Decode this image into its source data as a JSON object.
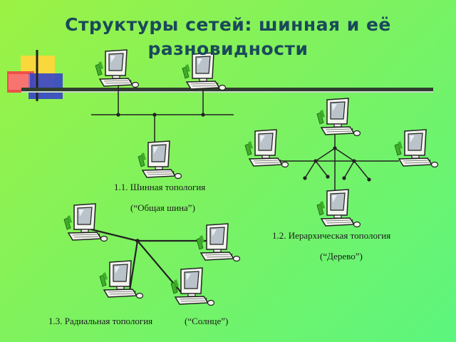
{
  "title_line1": "Структуры сетей: шинная и её",
  "title_line2": "разновидности",
  "captions": {
    "bus_a": "1.1. Шинная топология",
    "bus_b": "(“Общая шина”)",
    "tree_a": "1.2. Иерархическая топология",
    "tree_b": "(“Дерево”)",
    "star_a": "1.3. Радиальная топология",
    "star_b": "(“Солнце”)"
  },
  "colors": {
    "line": "#222222",
    "screen": "#b9c3c9",
    "casing": "#f4f4ef",
    "accent_green": "#3fae2a"
  },
  "icons": [
    "computer-icon",
    "decor-squares-icon"
  ]
}
